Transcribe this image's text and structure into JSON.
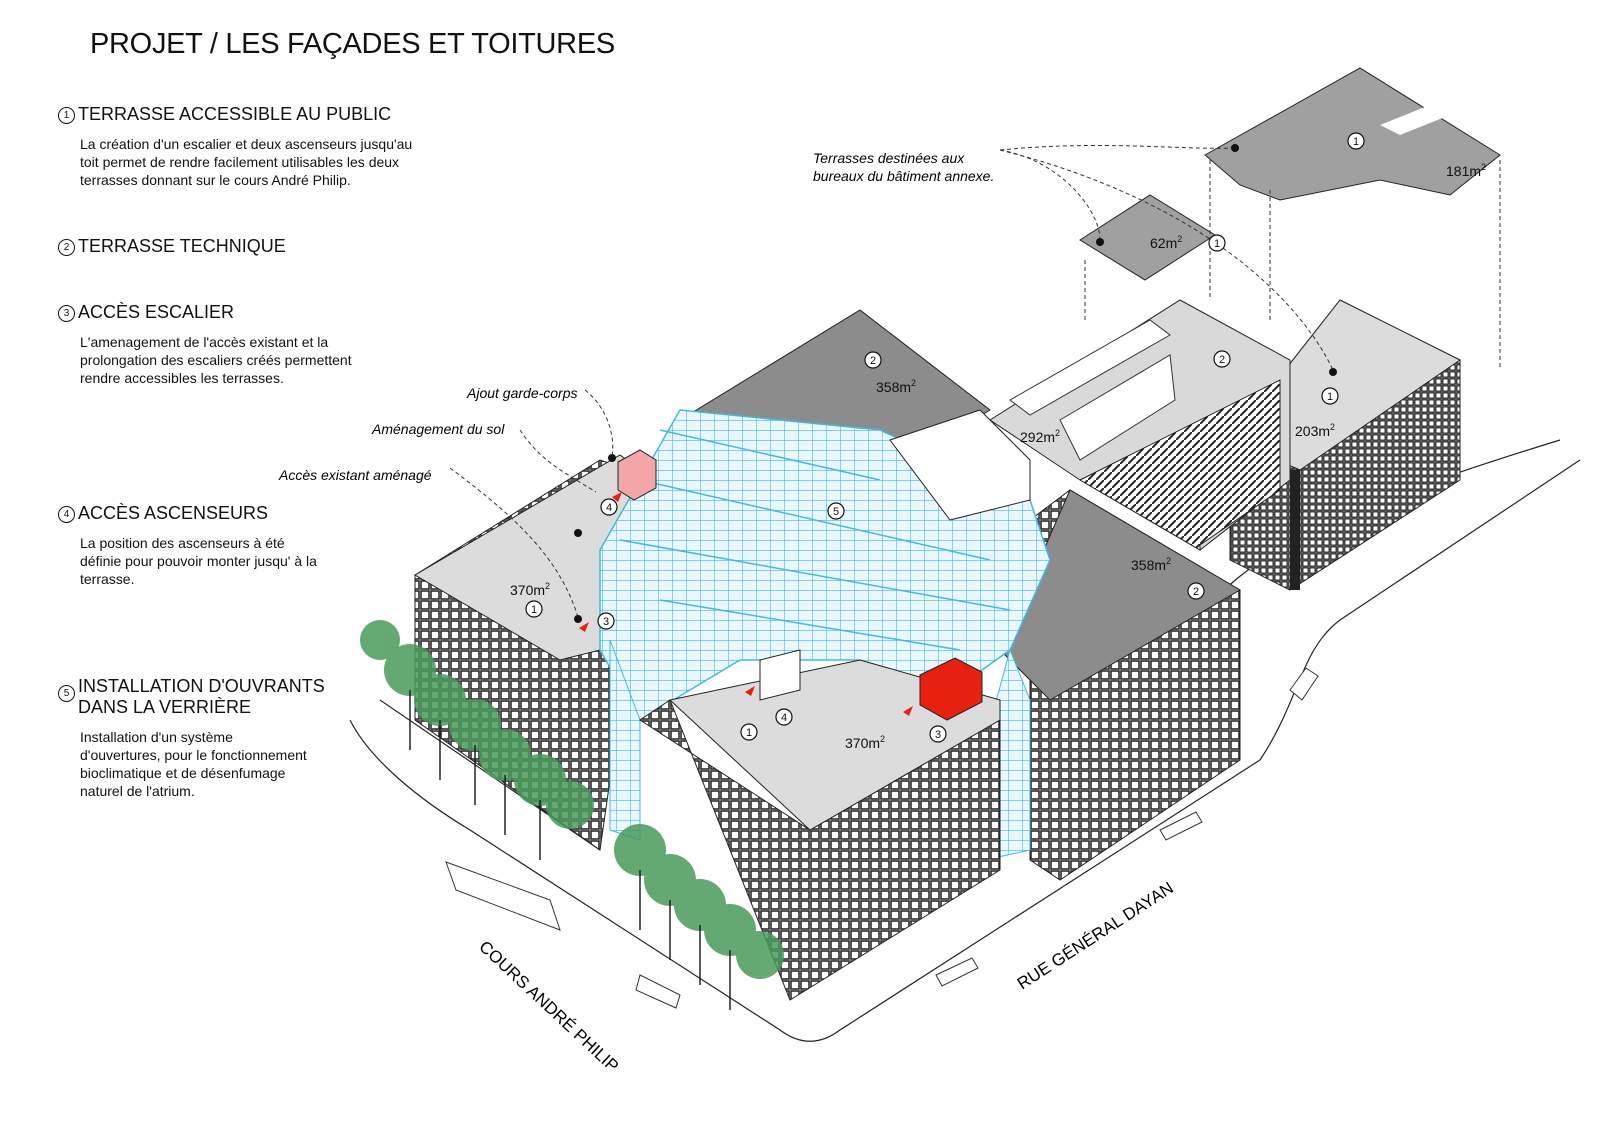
{
  "title": "PROJET / LES FAÇADES ET TOITURES",
  "sections": [
    {
      "num": "1",
      "title": "TERRASSE ACCESSIBLE AU PUBLIC",
      "body": "La création d'un escalier et deux ascenseurs jusqu'au\ntoit  permet de rendre facilement utilisables les deux\nterrasses donnant sur le cours André Philip."
    },
    {
      "num": "2",
      "title": "TERRASSE TECHNIQUE",
      "body": ""
    },
    {
      "num": "3",
      "title": "ACCÈS ESCALIER",
      "body": "L'amenagement de l'accès existant et la\nprolongation des escaliers créés permettent\nrendre accessibles les terrasses."
    },
    {
      "num": "4",
      "title": "ACCÈS ASCENSEURS",
      "body": "La position des ascenseurs à été\ndéfinie pour pouvoir monter jusqu' à la\nterrasse."
    },
    {
      "num": "5",
      "title": "INSTALLATION D'OUVRANTS\nDANS LA VERRIÈRE",
      "body": "Installation  d'un système\nd'ouvertures, pour le fonctionnement\nbioclimatique et de désenfumage\nnaturel de l'atrium."
    }
  ],
  "annotations": {
    "terrasses_line1": "Terrasses destinées aux",
    "terrasses_line2": "bureaux du bâtiment annexe.",
    "garde_corps": "Ajout garde-corps",
    "amenagement_sol": "Aménagement du sol",
    "acces_existant": "Accès existant aménagé"
  },
  "areas": {
    "a358_top": "358m",
    "a358_right": "358m",
    "a370_left": "370m",
    "a370_front": "370m",
    "a292": "292m",
    "a203": "203m",
    "a181": "181m",
    "a62": "62m",
    "sup": "2"
  },
  "markers": {
    "m1": "1",
    "m2": "2",
    "m3": "3",
    "m4": "4",
    "m5": "5"
  },
  "streets": {
    "cours": "COURS ANDRÉ PHILIP",
    "rue": "RUE  GÉNÉRAL DAYAN"
  },
  "colors": {
    "roof_gray": "#8c8c8c",
    "terrace_light": "#dcdcdc",
    "glass_cyan": "#3fb9e8",
    "access_red": "#e8200f",
    "access_pink": "#f4a6a6",
    "tree_green": "#4a9a5a",
    "facade_dark": "#333333"
  }
}
